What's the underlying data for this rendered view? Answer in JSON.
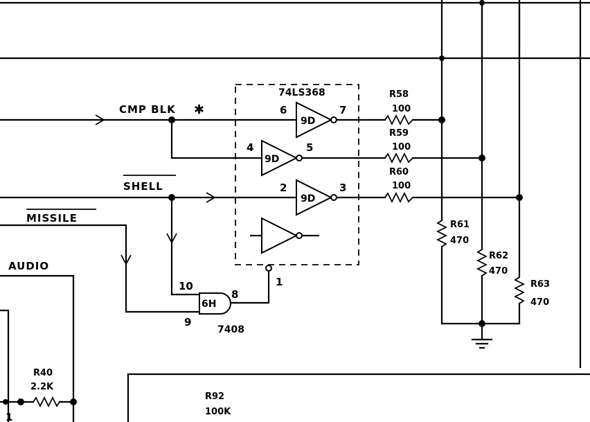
{
  "signals": {
    "cmp_blk": "CMP BLK",
    "cmp_blk_mark": "✱",
    "shell": "SHELL",
    "missile": "MISSILE",
    "audio": "AUDIO"
  },
  "buffer_ic": {
    "part": "74LS368",
    "designator": "9D",
    "gates": [
      {
        "in_pin": "6",
        "out_pin": "7"
      },
      {
        "in_pin": "4",
        "out_pin": "5"
      },
      {
        "in_pin": "2",
        "out_pin": "3"
      }
    ],
    "enable_pin": "1"
  },
  "and_gate": {
    "designator": "6H",
    "part": "7408",
    "in_a": "10",
    "in_b": "9",
    "out": "8"
  },
  "series_resistors": [
    {
      "ref": "R58",
      "value": "100"
    },
    {
      "ref": "R59",
      "value": "100"
    },
    {
      "ref": "R60",
      "value": "100"
    }
  ],
  "pulldown_resistors": [
    {
      "ref": "R61",
      "value": "470"
    },
    {
      "ref": "R62",
      "value": "470"
    },
    {
      "ref": "R63",
      "value": "470"
    }
  ],
  "other_resistors": [
    {
      "ref": "R40",
      "value": "2.2K"
    },
    {
      "ref": "R92",
      "value": "100K"
    }
  ],
  "edge_marks": {
    "left_bottom": "1"
  }
}
